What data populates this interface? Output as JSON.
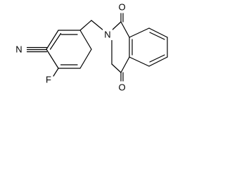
{
  "structure": {
    "atoms": {
      "nitrile_n": "N",
      "fluorine": "F",
      "imide_n": "N",
      "oxygen_top": "O",
      "oxygen_bottom": "O"
    }
  }
}
